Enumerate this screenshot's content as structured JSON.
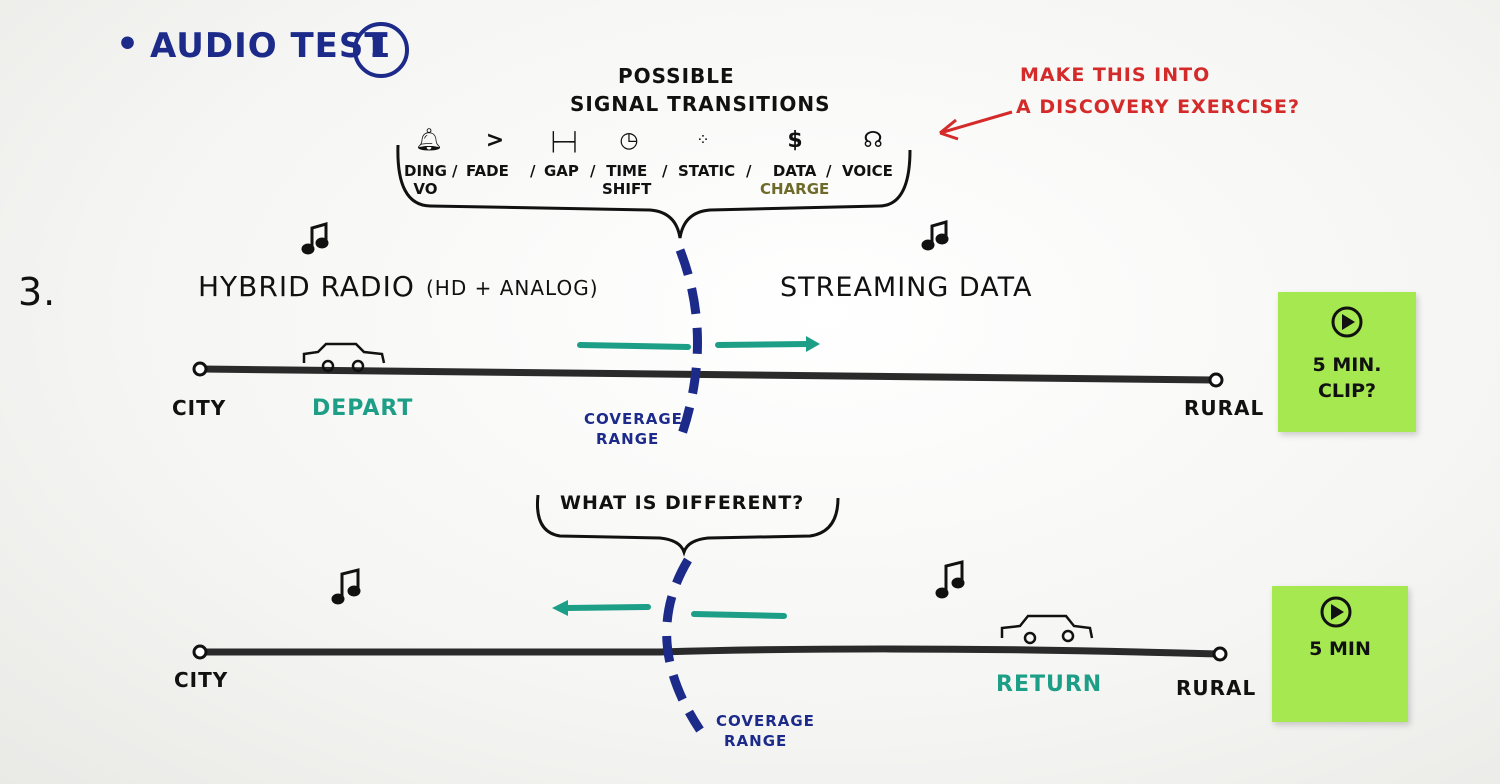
{
  "header": {
    "bullet": "•",
    "title": "AUDIO TEST",
    "number": "1"
  },
  "signal": {
    "heading_line1": "POSSIBLE",
    "heading_line2": "SIGNAL TRANSITIONS",
    "transitions": [
      {
        "label": "DING",
        "sub": "VO",
        "icon": "bell-icon"
      },
      {
        "label": "FADE",
        "sub": "",
        "icon": "fade-icon"
      },
      {
        "label": "GAP",
        "sub": "",
        "icon": "gap-icon"
      },
      {
        "label": "TIME",
        "sub": "SHIFT",
        "icon": "clock-icon"
      },
      {
        "label": "STATIC",
        "sub": "",
        "icon": "static-icon"
      },
      {
        "label": "DATA",
        "sub": "CHARGE",
        "icon": "dollar-icon"
      },
      {
        "label": "VOICE",
        "sub": "",
        "icon": "voice-icon"
      }
    ],
    "separator": "/"
  },
  "annotation": {
    "line1": "MAKE THIS INTO",
    "line2": "A DISCOVERY EXERCISE?"
  },
  "scenario": {
    "number": "3.",
    "left_label": "HYBRID RADIO",
    "left_paren": "(HD + ANALOG)",
    "right_label": "STREAMING DATA"
  },
  "road1": {
    "start": "CITY",
    "end": "RURAL",
    "car_label": "DEPART",
    "coverage_line1": "COVERAGE",
    "coverage_line2": "RANGE"
  },
  "question": "WHAT IS DIFFERENT?",
  "road2": {
    "start": "CITY",
    "end": "RURAL",
    "car_label": "RETURN",
    "coverage_line1": "COVERAGE",
    "coverage_line2": "RANGE"
  },
  "notes": [
    {
      "text": "5 MIN.\nCLIP?",
      "icon": "play-icon"
    },
    {
      "text": "5 MIN",
      "icon": "play-icon"
    }
  ],
  "colors": {
    "navy": "#1c2a8a",
    "teal": "#1d9e86",
    "red": "#d42a2a",
    "note": "#a6e84f",
    "ink": "#111111"
  }
}
